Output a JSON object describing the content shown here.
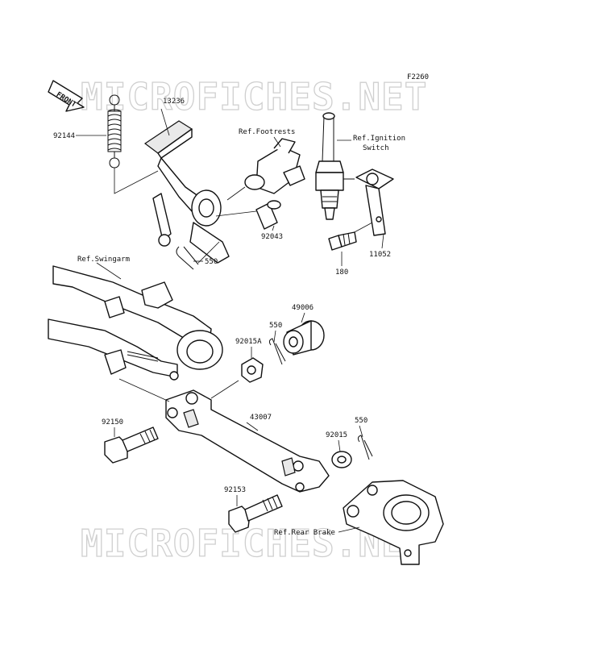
{
  "diagram_code": "F2260",
  "watermark_text": "MICROFICHES.NET",
  "front_arrow_label": "FRONT",
  "callouts": {
    "p13236": "13236",
    "p92144": "92144",
    "ref_footrests": "Ref.Footrests",
    "ref_ignition_1": "Ref.Ignition",
    "ref_ignition_2": "Switch",
    "p92043": "92043",
    "p550_a": "550",
    "p180": "180",
    "p11052": "11052",
    "ref_swingarm": "Ref.Swingarm",
    "p49006": "49006",
    "p550_b": "550",
    "p92015A": "92015A",
    "p43007": "43007",
    "p550_c": "550",
    "p92015": "92015",
    "p92150": "92150",
    "p92153": "92153",
    "ref_rear_brake": "Ref.Rear Brake"
  }
}
